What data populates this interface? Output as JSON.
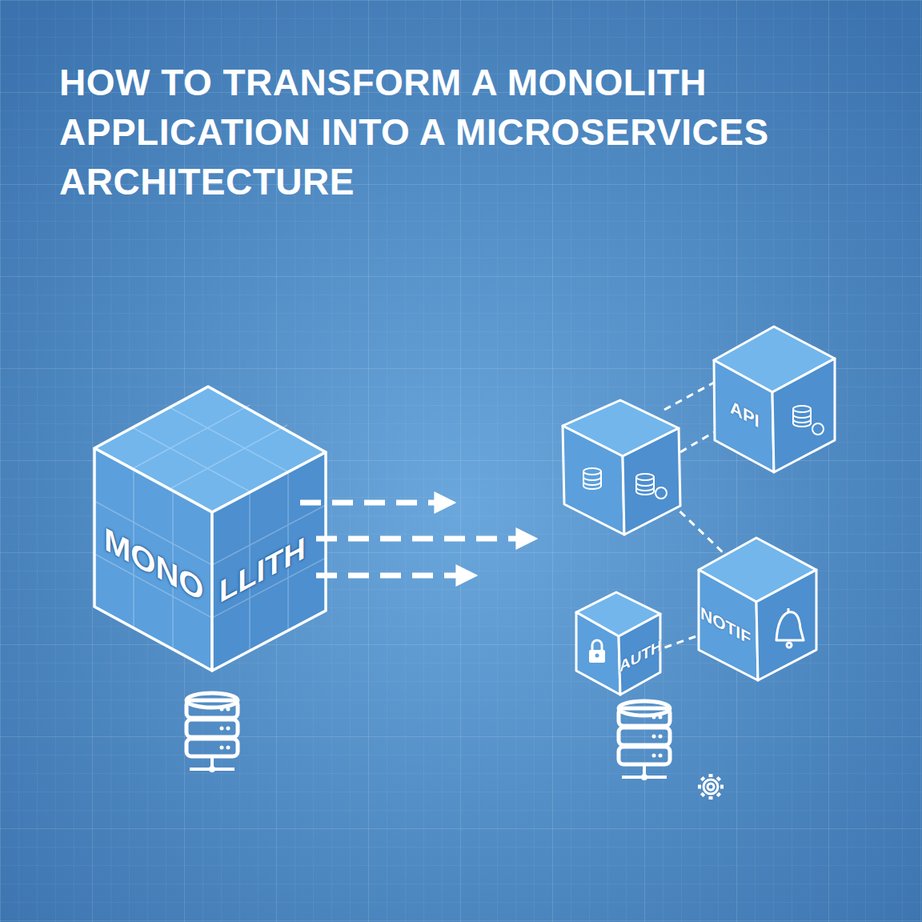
{
  "diagram": {
    "title": "HOW TO TRANSFORM A MONOLITH APPLICATION INTO A MICROSERVICES ARCHITECTURE",
    "nodes": [
      {
        "text": [
          "MONO",
          "LLITH"
        ]
      },
      {
        "text": [
          "API"
        ]
      },
      {
        "text": [
          "NOTIF"
        ]
      },
      {
        "text": [
          "AUTH"
        ]
      }
    ],
    "edges": [
      {
        "from": 3,
        "to": 2,
        "arrow": "none"
      }
    ]
  }
}
